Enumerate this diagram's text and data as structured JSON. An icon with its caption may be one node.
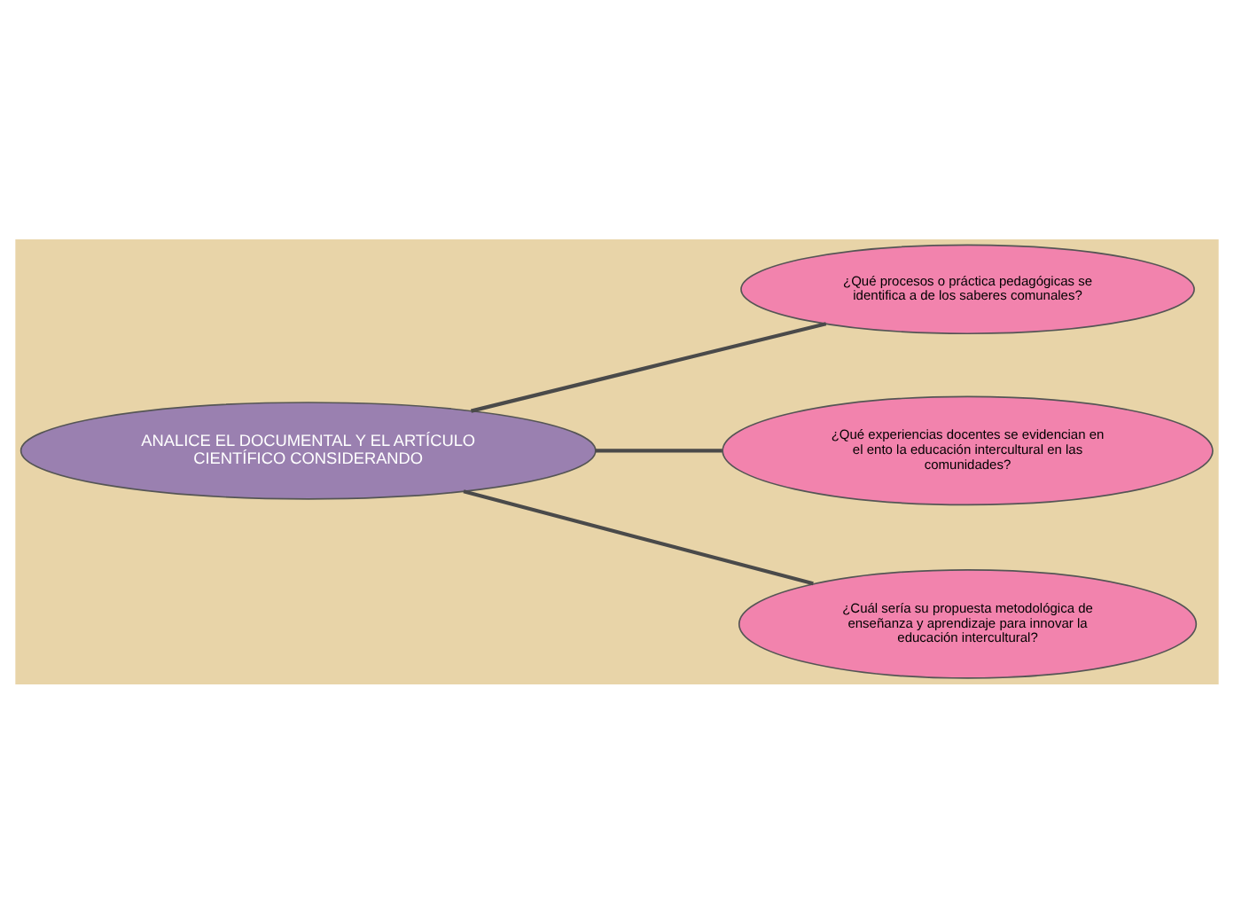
{
  "diagram": {
    "nodes": [
      {
        "text": [
          "ANALICE EL DOCUMENTAL Y EL ARTÍCULO CIENTÍFICO CONSIDERANDO"
        ]
      },
      {
        "text": [
          "¿Qué procesos o práctica pedagógicas se identifica a de los saberes comunales?"
        ]
      },
      {
        "text": [
          "¿Qué experiencias docentes se evidencian en el ento la educación intercultural en las comunidades?"
        ]
      },
      {
        "text": [
          "¿Cuál sería su propuesta metodológica de enseñanza y aprendizaje para innovar la educación intercultural?"
        ]
      }
    ],
    "edges": [
      {
        "from": 0,
        "to": 1,
        "arrow": "none"
      },
      {
        "from": 0,
        "to": 2,
        "arrow": "none"
      },
      {
        "from": 0,
        "to": 3,
        "arrow": "none"
      }
    ]
  }
}
